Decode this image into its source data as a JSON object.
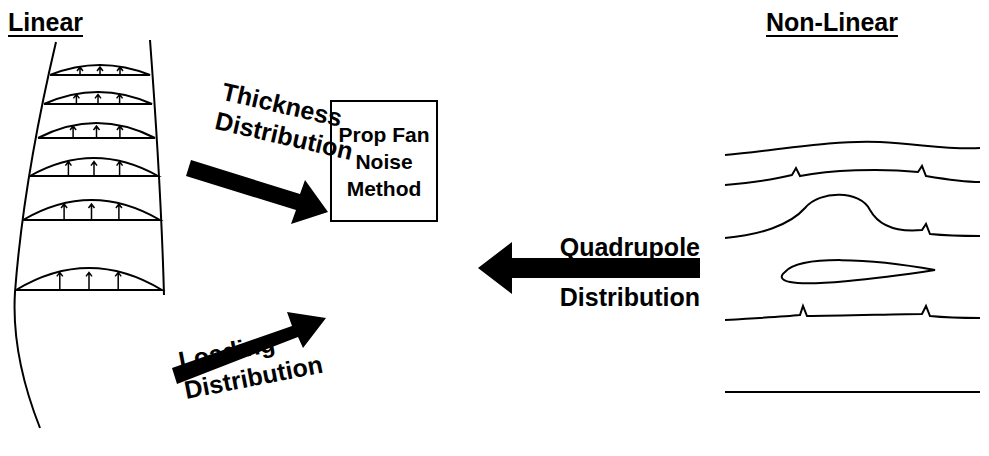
{
  "diagram": {
    "nodes": [
      {
        "text": [
          "Prop Fan Noise Method"
        ]
      }
    ],
    "labels": [
      "Linear",
      "Non-Linear",
      "Thickness Distribution",
      "Loading Distribution",
      "Quadrupole Distribution"
    ]
  }
}
